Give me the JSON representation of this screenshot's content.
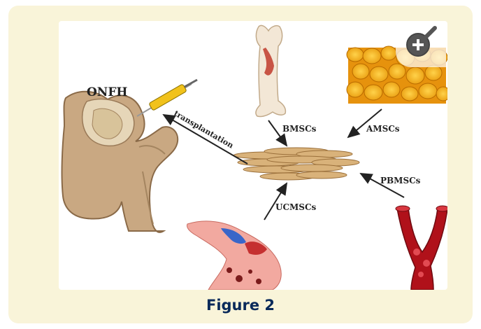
{
  "figure": {
    "caption": "Figure 2",
    "labels": {
      "onfh": "ONFH",
      "transplantation": "transplantation",
      "bmscs": "BMSCs",
      "amscs": "AMSCs",
      "pbmscs": "PBMSCs",
      "ucmscs": "UCMSCs"
    }
  },
  "icons": {
    "zoom": "zoom-in-icon"
  },
  "colors": {
    "frame_background": "#f9f4d9",
    "caption_text": "#0a2a5a"
  }
}
